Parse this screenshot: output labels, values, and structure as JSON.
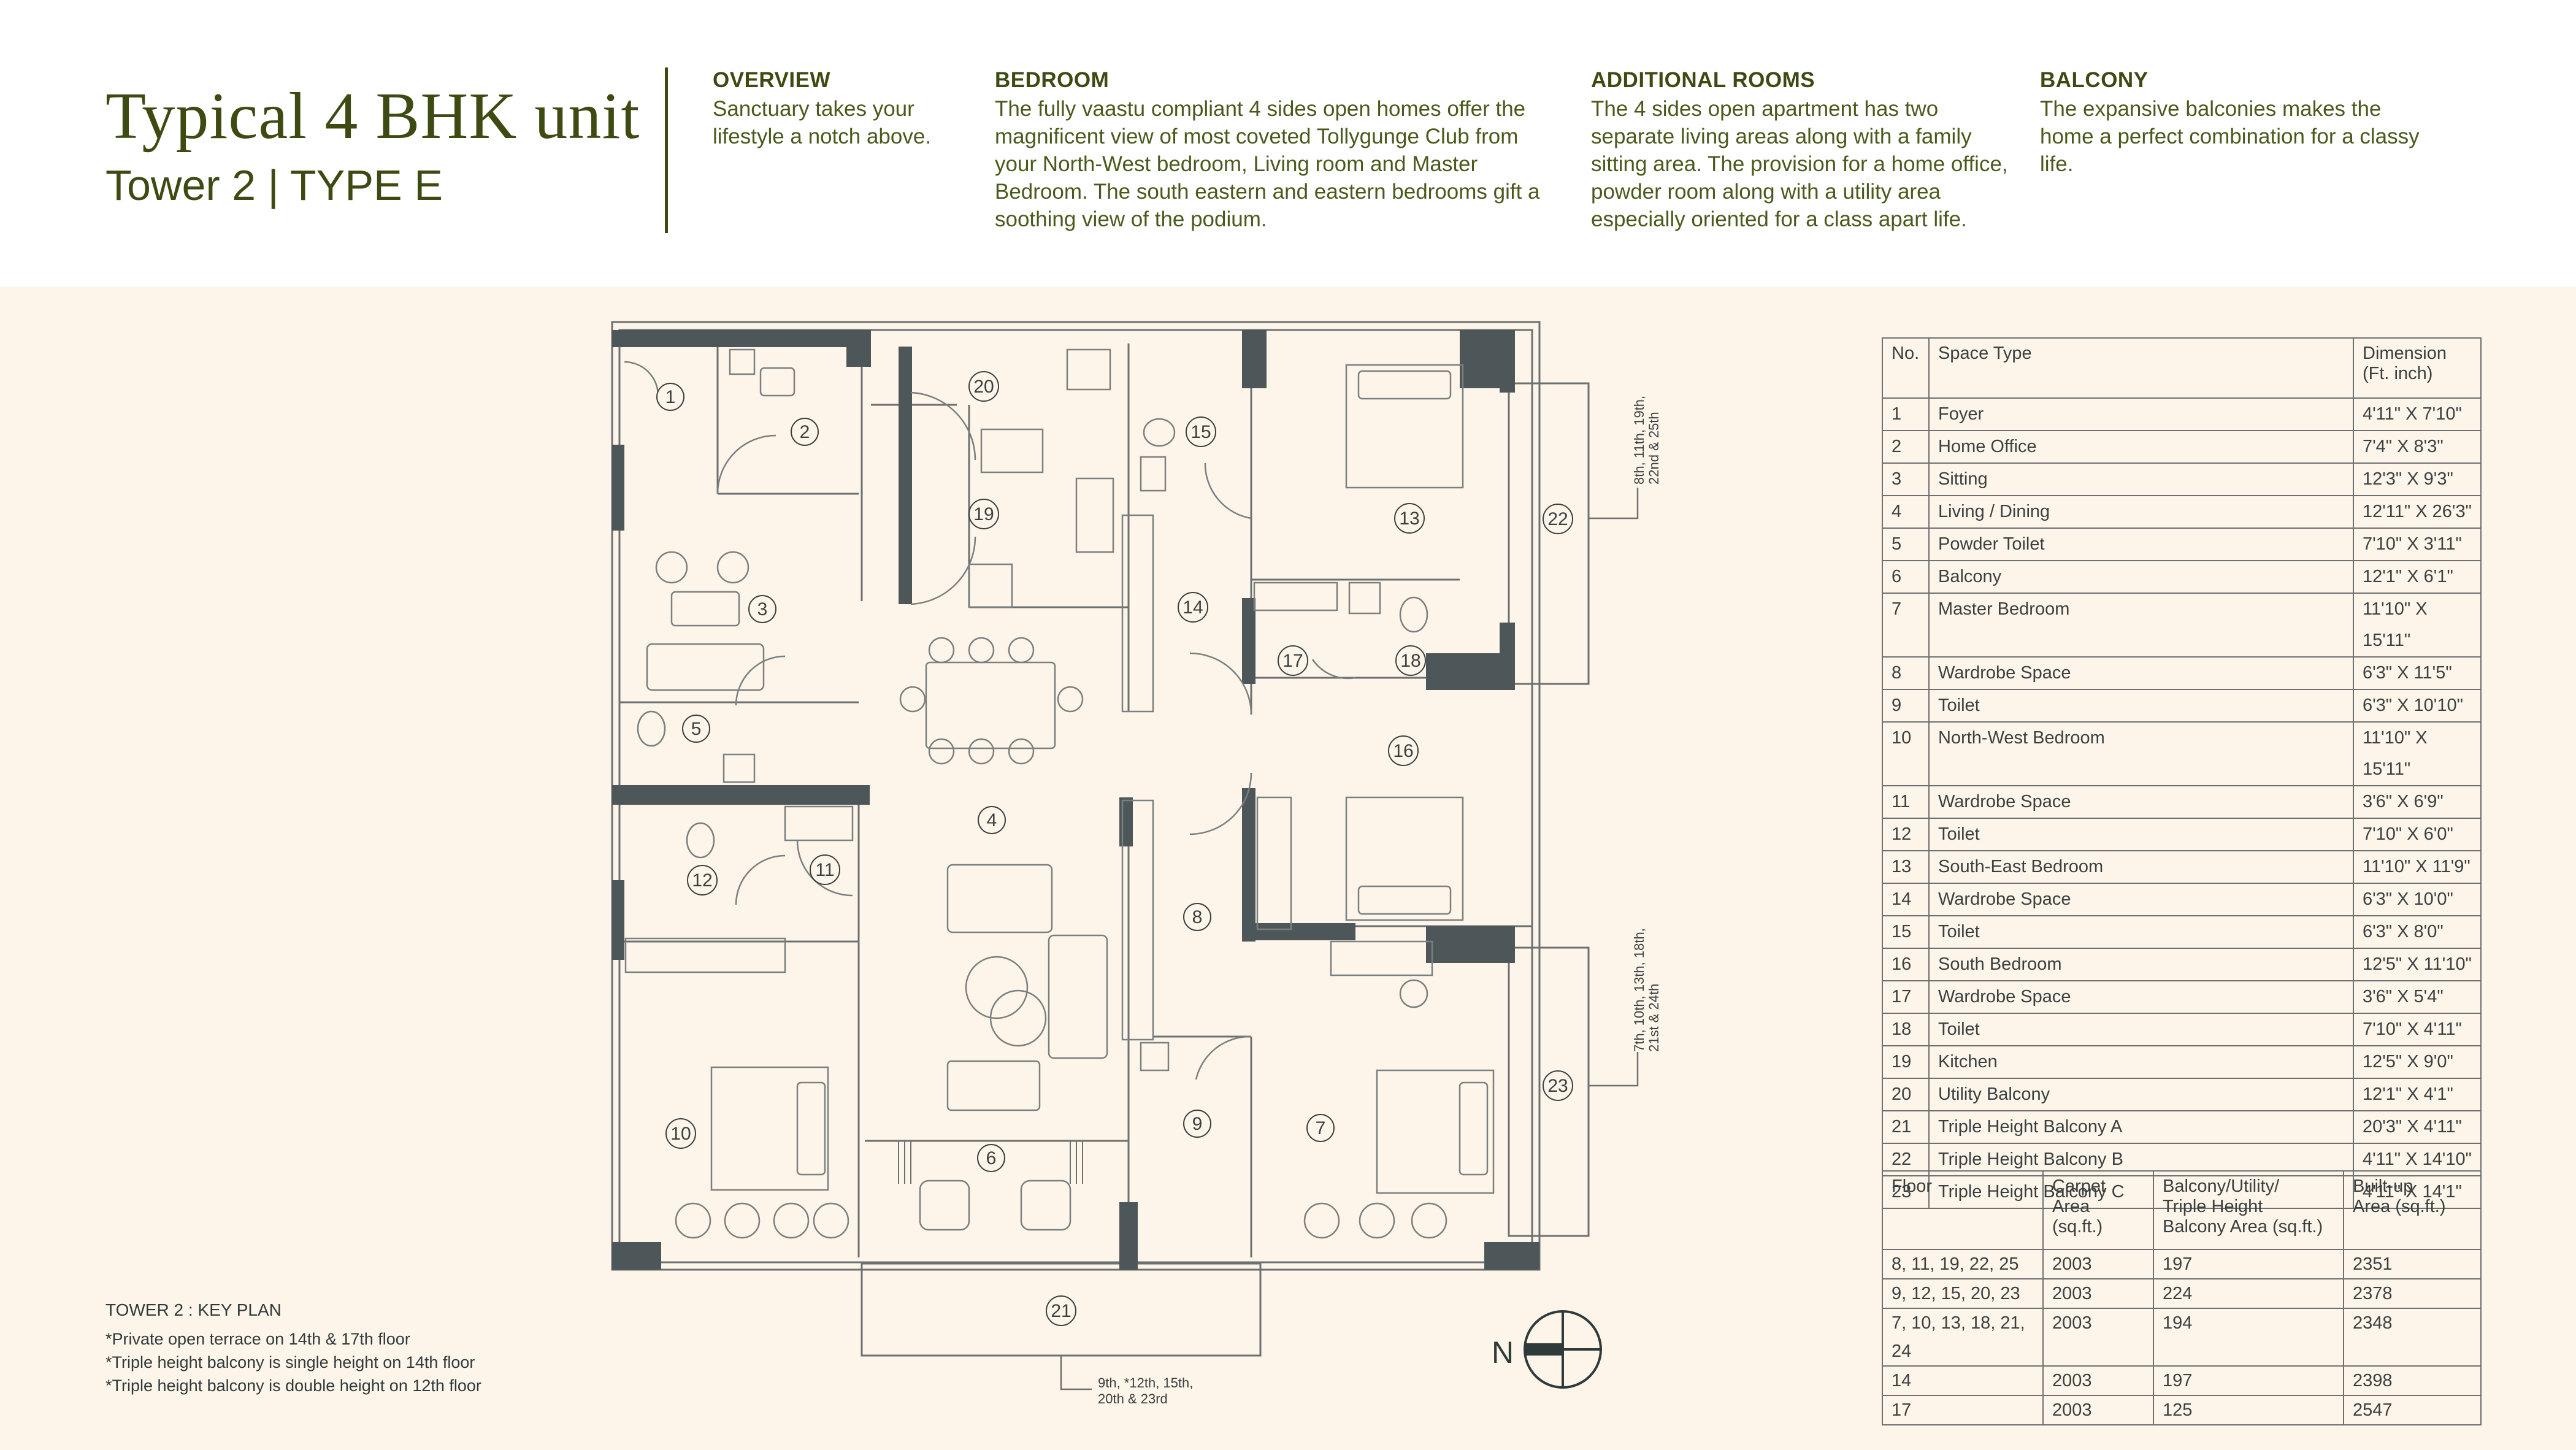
{
  "header": {
    "title": "Typical 4 BHK unit",
    "subtitle": "Tower 2 | TYPE E",
    "sections": [
      {
        "heading": "OVERVIEW",
        "text": "Sanctuary takes your lifestyle a notch above."
      },
      {
        "heading": "BEDROOM",
        "text": "The fully vaastu compliant 4 sides open homes offer the magnificent view of most coveted Tollygunge Club from your North-West bedroom, Living room and Master Bedroom. The south eastern and eastern bedrooms gift a soothing view of the podium."
      },
      {
        "heading": "ADDITIONAL ROOMS",
        "text": "The 4 sides open apartment has two separate living areas along with a family sitting area. The provision for a home office, powder room along with a utility area especially oriented for a class apart life."
      },
      {
        "heading": "BALCONY",
        "text": "The expansive balconies makes the home a perfect combination for a classy life."
      }
    ]
  },
  "plan": {
    "labels": [
      "1",
      "2",
      "3",
      "4",
      "5",
      "6",
      "7",
      "8",
      "9",
      "10",
      "11",
      "12",
      "13",
      "14",
      "15",
      "16",
      "17",
      "18",
      "19",
      "20",
      "21",
      "22",
      "23"
    ],
    "floor_note_top": [
      "8th, 11th, 19th,",
      "22nd & 25th"
    ],
    "floor_note_mid": [
      "7th, 10th, 13th, 18th,",
      "21st & 24th"
    ],
    "floor_note_bottom": [
      "9th, *12th, 15th,",
      "20th & 23rd"
    ],
    "compass": "N"
  },
  "space_table": {
    "headers": {
      "no": "No.",
      "type": "Space Type",
      "dim_1": "Dimension",
      "dim_2": "(Ft. inch)"
    },
    "rows": [
      {
        "no": "1",
        "type": "Foyer",
        "dim": "4'11\" X 7'10\""
      },
      {
        "no": "2",
        "type": "Home Office",
        "dim": "7'4\" X 8'3\""
      },
      {
        "no": "3",
        "type": "Sitting",
        "dim": "12'3\" X 9'3\""
      },
      {
        "no": "4",
        "type": "Living / Dining",
        "dim": "12'11\" X 26'3\""
      },
      {
        "no": "5",
        "type": "Powder Toilet",
        "dim": "7'10\" X 3'11\""
      },
      {
        "no": "6",
        "type": "Balcony",
        "dim": "12'1\" X 6'1\""
      },
      {
        "no": "7",
        "type": "Master Bedroom",
        "dim": "11'10\" X 15'11\""
      },
      {
        "no": "8",
        "type": "Wardrobe Space",
        "dim": "6'3\" X 11'5\""
      },
      {
        "no": "9",
        "type": "Toilet",
        "dim": "6'3\" X 10'10\""
      },
      {
        "no": "10",
        "type": "North-West Bedroom",
        "dim": "11'10\" X 15'11\""
      },
      {
        "no": "11",
        "type": "Wardrobe Space",
        "dim": "3'6\" X 6'9\""
      },
      {
        "no": "12",
        "type": "Toilet",
        "dim": "7'10\" X 6'0\""
      },
      {
        "no": "13",
        "type": "South-East Bedroom",
        "dim": "11'10\" X 11'9\""
      },
      {
        "no": "14",
        "type": "Wardrobe Space",
        "dim": "6'3\" X 10'0\""
      },
      {
        "no": "15",
        "type": "Toilet",
        "dim": "6'3\" X 8'0\""
      },
      {
        "no": "16",
        "type": "South Bedroom",
        "dim": "12'5\" X 11'10\""
      },
      {
        "no": "17",
        "type": "Wardrobe Space",
        "dim": "3'6\" X 5'4\""
      },
      {
        "no": "18",
        "type": "Toilet",
        "dim": "7'10\" X 4'11\""
      },
      {
        "no": "19",
        "type": "Kitchen",
        "dim": "12'5\" X 9'0\""
      },
      {
        "no": "20",
        "type": "Utility Balcony",
        "dim": "12'1\" X 4'1\""
      },
      {
        "no": "21",
        "type": "Triple Height Balcony A",
        "dim": "20'3\" X 4'11\""
      },
      {
        "no": "22",
        "type": "Triple Height Balcony B",
        "dim": "4'11\" X 14'10\""
      },
      {
        "no": "23",
        "type": "Triple Height Balcony C",
        "dim": "4'11\" X 14'1\""
      }
    ]
  },
  "area_table": {
    "headers": {
      "floor": "Floor",
      "carpet_1": "Carpet",
      "carpet_2": "Area (sq.ft.)",
      "balc_1": "Balcony/Utility/",
      "balc_2": "Triple Height",
      "balc_3": "Balcony Area (sq.ft.)",
      "built_1": "Built-up",
      "built_2": "Area (sq.ft.)"
    },
    "rows": [
      {
        "floor": "8, 11, 19, 22, 25",
        "carpet": "2003",
        "balcony": "197",
        "built": "2351"
      },
      {
        "floor": "9, 12, 15, 20, 23",
        "carpet": "2003",
        "balcony": "224",
        "built": "2378"
      },
      {
        "floor": "7, 10, 13, 18, 21, 24",
        "carpet": "2003",
        "balcony": "194",
        "built": "2348"
      },
      {
        "floor": "14",
        "carpet": "2003",
        "balcony": "197",
        "built": "2398"
      },
      {
        "floor": "17",
        "carpet": "2003",
        "balcony": "125",
        "built": "2547"
      }
    ]
  },
  "key_plan": {
    "title": "TOWER 2 : KEY PLAN",
    "notes": [
      "*Private open terrace on 14th & 17th floor",
      "*Triple height balcony is single height on 14th floor",
      "*Triple height balcony is double height on 12th floor"
    ]
  },
  "colors": {
    "brand": "#3d4a12",
    "wall": "#4d5658",
    "background": "#fdf5ea",
    "line": "#6d7070"
  }
}
